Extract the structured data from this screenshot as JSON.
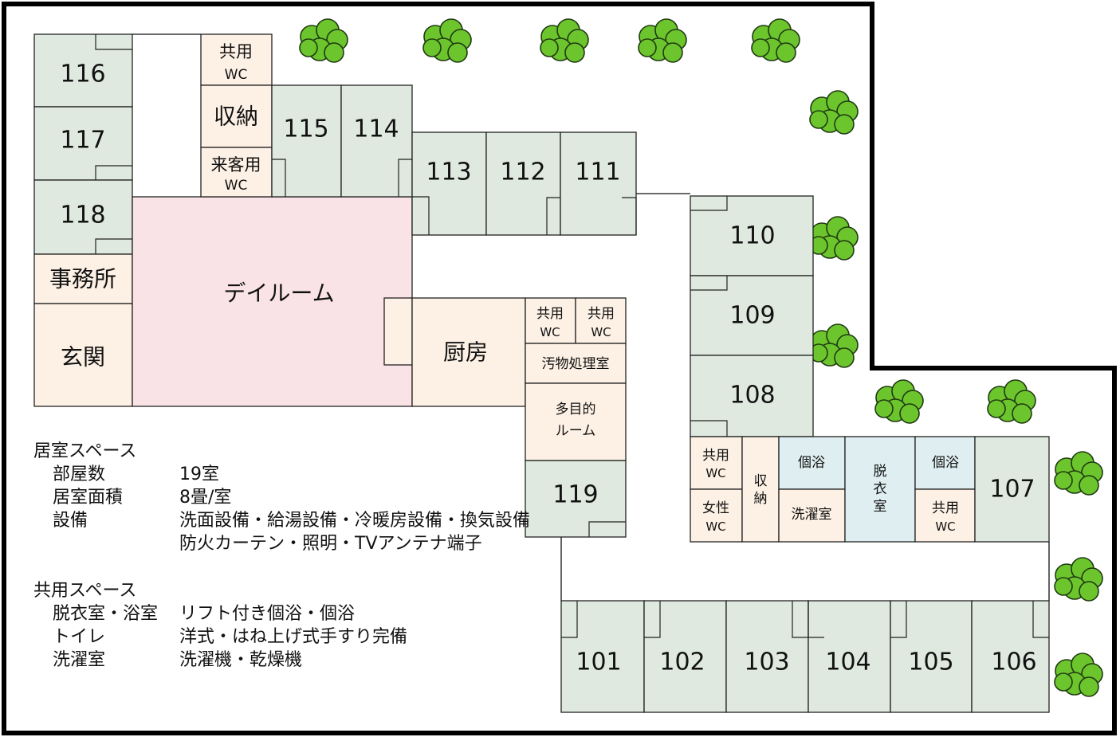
{
  "rooms": {
    "r101": "101",
    "r102": "102",
    "r103": "103",
    "r104": "104",
    "r105": "105",
    "r106": "106",
    "r107": "107",
    "r108": "108",
    "r109": "109",
    "r110": "110",
    "r111": "111",
    "r112": "112",
    "r113": "113",
    "r114": "114",
    "r115": "115",
    "r116": "116",
    "r117": "117",
    "r118": "118",
    "r119": "119"
  },
  "facilities": {
    "dayroom": "デイルーム",
    "office": "事務所",
    "entrance": "玄関",
    "kitchen": "厨房",
    "storage": "収納",
    "shared": "共用",
    "wc": "WC",
    "guest": "来客用",
    "female": "女性",
    "soiled": "汚物処理室",
    "multi1": "多目的",
    "multi2": "ルーム",
    "bath": "個浴",
    "laundry": "洗濯室",
    "storage_v1": "収",
    "storage_v2": "納",
    "dress1": "脱",
    "dress2": "衣",
    "dress3": "室"
  },
  "legend": {
    "living": {
      "heading": "居室スペース",
      "rows": [
        {
          "label": "部屋数",
          "value": "19室"
        },
        {
          "label": "居室面積",
          "value": "8畳/室"
        },
        {
          "label": "設備",
          "value": "洗面設備・給湯設備・冷暖房設備・換気設備"
        },
        {
          "label": "",
          "value": "防火カーテン・照明・TVアンテナ端子"
        }
      ]
    },
    "shared": {
      "heading": "共用スペース",
      "rows": [
        {
          "label": "脱衣室・浴室",
          "value": "リフト付き個浴・個浴"
        },
        {
          "label": "トイレ",
          "value": "洋式・はね上げ式手すり完備"
        },
        {
          "label": "洗濯室",
          "value": "洗濯機・乾燥機"
        }
      ]
    }
  },
  "colors": {
    "resident_room": "#dfe9df",
    "dayroom": "#fae3e7",
    "service": "#fdf1e5",
    "bath": "#dfeef0",
    "tree": "#6cc52c"
  }
}
